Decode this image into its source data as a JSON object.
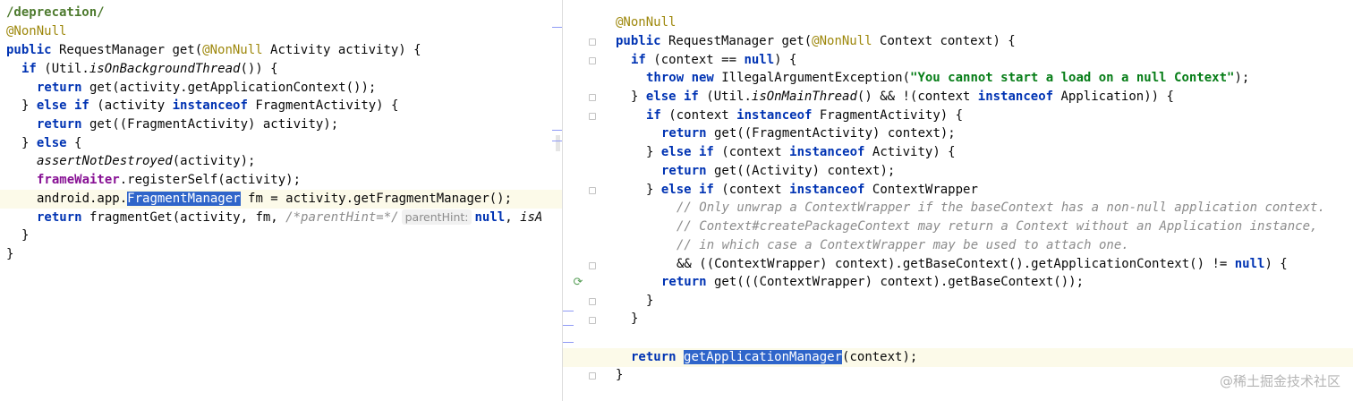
{
  "left": {
    "line_01": "/deprecation/",
    "line_02_ann": "@NonNull",
    "line_03": {
      "kw": "public",
      "a": " RequestManager get(",
      "ann": "@NonNull",
      "b": " Activity activity) {"
    },
    "line_04": {
      "kw": "if",
      "a": " (Util.",
      "it": "isOnBackgroundThread",
      "b": "()) {"
    },
    "line_05": {
      "kw": "return",
      "a": " get(activity.getApplicationContext());"
    },
    "line_06": {
      "a": "} ",
      "kw1": "else if",
      "b": " (activity ",
      "kw2": "instanceof",
      "c": " FragmentActivity) {"
    },
    "line_07": {
      "kw": "return",
      "a": " get((FragmentActivity) activity);"
    },
    "line_08": {
      "a": "} ",
      "kw": "else",
      "b": " {"
    },
    "line_09": {
      "it": "assertNotDestroyed",
      "a": "(activity);"
    },
    "line_10": {
      "fld": "frameWaiter",
      "a": ".registerSelf(activity);"
    },
    "line_11": {
      "a": "android.app.",
      "sel": "FragmentManager",
      "b": " fm = activity.getFragmentManager();"
    },
    "line_12": {
      "kw": "return",
      "a": " fragmentGet(activity, fm, ",
      "cm": "/*parentHint=*/",
      "hint": "parentHint:",
      "kw2": "null",
      "b": ", ",
      "it": "isA"
    },
    "line_13": "}",
    "line_14": "}"
  },
  "right": {
    "line_01_ann": "@NonNull",
    "line_02": {
      "kw": "public",
      "a": " RequestManager get(",
      "ann": "@NonNull",
      "b": " Context context) {"
    },
    "line_03": {
      "kw": "if",
      "a": " (context == ",
      "kw2": "null",
      "b": ") {"
    },
    "line_04": {
      "kw": "throw new",
      "a": " IllegalArgumentException(",
      "str": "\"You cannot start a load on a null Context\"",
      "b": ");"
    },
    "line_05": {
      "a": "} ",
      "kw": "else if",
      "b": " (Util.",
      "it": "isOnMainThread",
      "c": "() && !(context ",
      "kw2": "instanceof",
      "d": " Application)) {"
    },
    "line_06": {
      "kw": "if",
      "a": " (context ",
      "kw2": "instanceof",
      "b": " FragmentActivity) {"
    },
    "line_07": {
      "kw": "return",
      "a": " get((FragmentActivity) context);"
    },
    "line_08": {
      "a": "} ",
      "kw": "else if",
      "b": " (context ",
      "kw2": "instanceof",
      "c": " Activity) {"
    },
    "line_09": {
      "kw": "return",
      "a": " get((Activity) context);"
    },
    "line_10": {
      "a": "} ",
      "kw": "else if",
      "b": " (context ",
      "kw2": "instanceof",
      "c": " ContextWrapper"
    },
    "line_11": "// Only unwrap a ContextWrapper if the baseContext has a non-null application context.",
    "line_12": "// Context#createPackageContext may return a Context without an Application instance,",
    "line_13": "// in which case a ContextWrapper may be used to attach one.",
    "line_14": {
      "a": "&& ((ContextWrapper) context).getBaseContext().getApplicationContext() != ",
      "kw": "null",
      "b": ") {"
    },
    "line_15": {
      "kw": "return",
      "a": " get(((ContextWrapper) context).getBaseContext());"
    },
    "line_16": "}",
    "line_17": "}",
    "line_19": {
      "kw": "return",
      "sel": "getApplicationManager",
      "a": "(context);"
    },
    "line_20": "}"
  },
  "watermark": "@稀土掘金技术社区",
  "icons": {
    "rerun": "rerun-icon",
    "fold": "fold-marker-icon"
  },
  "colors": {
    "keyword": "#0033b3",
    "annotation": "#9e880d",
    "string": "#067d17",
    "comment": "#8c8c8c",
    "selection": "#2f65ca",
    "caret_row": "#fcfae9"
  }
}
